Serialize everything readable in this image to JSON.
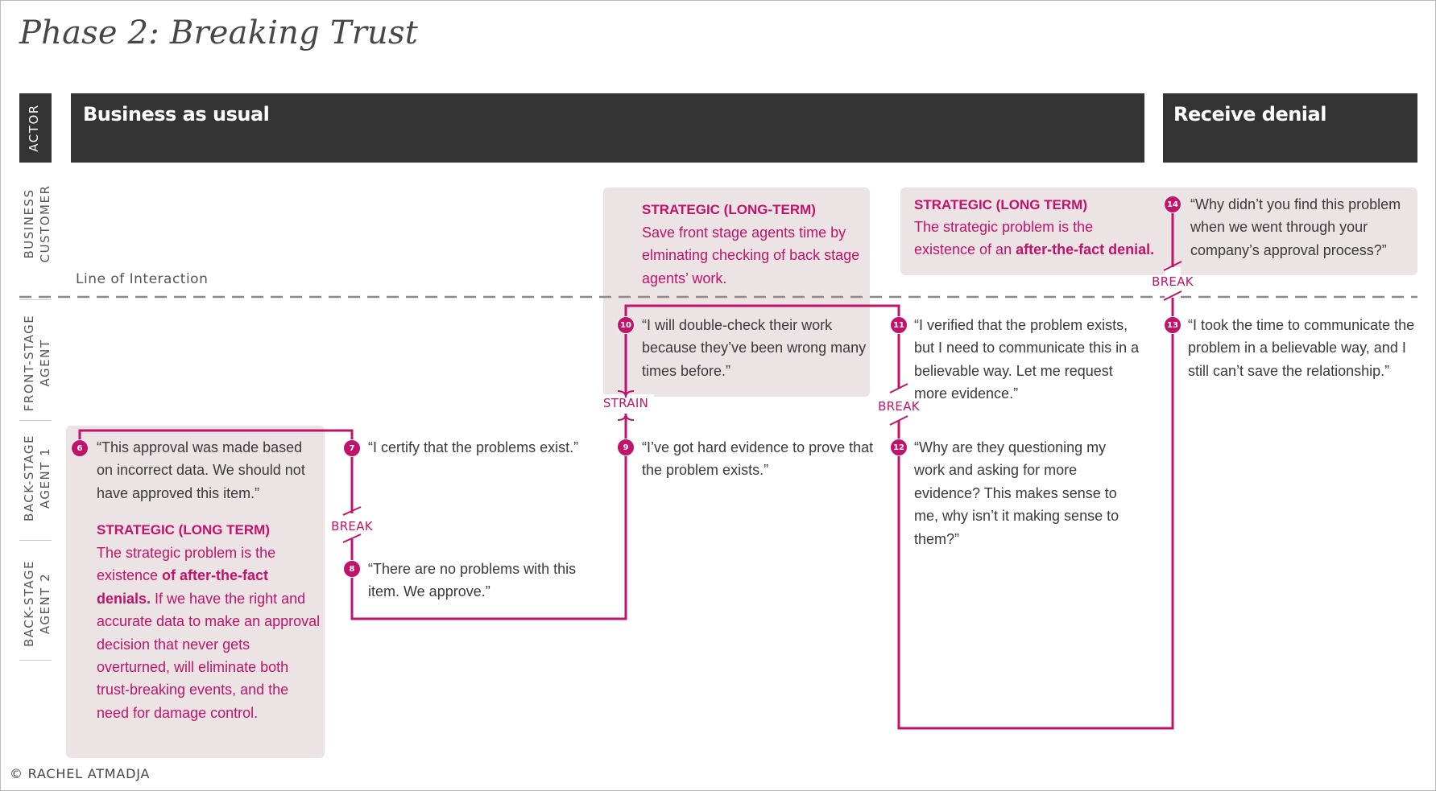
{
  "title": "Phase 2: Breaking Trust",
  "lanes": {
    "actor": "ACTOR",
    "business_customer": "BUSINESS\nCUSTOMER",
    "front_stage_agent": "FRONT-STAGE\nAGENT",
    "back_stage_agent_1": "BACK-STAGE\nAGENT 1",
    "back_stage_agent_2": "BACK-STAGE\nAGENT 2"
  },
  "actor_bars": {
    "business_as_usual": "Business as usual",
    "receive_denial": "Receive denial"
  },
  "line_of_interaction": "Line of Interaction",
  "strategic_boxes": {
    "box_a": {
      "heading": "STRATEGIC (LONG TERM)",
      "text_1": "The strategic problem is the existence ",
      "bold_1": "of after-the-fact denials.",
      "text_2": " If we have the right and accurate data to make an approval decision that never gets overturned, will eliminate both trust-breaking events, and the need for damage control."
    },
    "box_b": {
      "heading": "STRATEGIC (LONG-TERM)",
      "text": "Save front stage agents time by elminating checking of back stage agents’ work."
    },
    "box_c": {
      "heading": "STRATEGIC (LONG TERM)",
      "text_1": "The strategic problem is the existence of an ",
      "bold_1": "after-the-fact denial."
    }
  },
  "steps": {
    "s6": {
      "number": "6",
      "quote": "“This approval was made based on incorrect data. We should not have approved this item.”"
    },
    "s7": {
      "number": "7",
      "quote": "“I certify that the problems exist.”"
    },
    "s8": {
      "number": "8",
      "quote": "“There are no problems with this item. We approve.”"
    },
    "s9": {
      "number": "9",
      "quote": "“I’ve got hard evidence to prove that the problem exists.”"
    },
    "s10": {
      "number": "10",
      "quote": "“I will double-check their work because they’ve been wrong many times before.”"
    },
    "s11": {
      "number": "11",
      "quote": "“I verified that the problem exists, but I need to communicate this in a believable way. Let me request more evidence.”"
    },
    "s12": {
      "number": "12",
      "quote": "“Why are they questioning my work and asking for more evidence? This makes sense to me, why isn’t it making sense to them?”"
    },
    "s13": {
      "number": "13",
      "quote": "“I took the time to communicate the problem in a believable way, and I still can’t save the relationship.”"
    },
    "s14": {
      "number": "14",
      "quote": "“Why didn’t you find this problem when we went through your company’s approval process?”"
    }
  },
  "connector_labels": {
    "break_7_8": "BREAK",
    "strain_9_10": "STRAIN",
    "break_11_12": "BREAK",
    "break_13_14": "BREAK"
  },
  "copyright": "© RACHEL ATMADJA",
  "colors": {
    "accent": "#c0136a",
    "bar": "#333333",
    "box": "#ece3e5",
    "divider": "#8a8a8a"
  }
}
